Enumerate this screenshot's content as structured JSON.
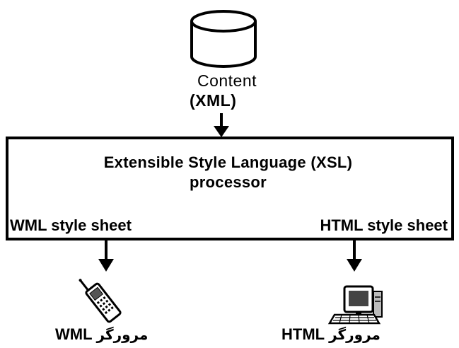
{
  "source": {
    "title_line1": "Content",
    "title_line2": "(XML)",
    "icon": "database-cylinder-icon"
  },
  "processor": {
    "title_line1": "Extensible Style Language (XSL)",
    "title_line2": "processor",
    "left_sheet": "WML style sheet",
    "right_sheet": "HTML style sheet"
  },
  "outputs": {
    "wml": {
      "label_en": "WML",
      "label_fa": "مرورگر",
      "icon": "mobile-phone-icon"
    },
    "html": {
      "label_en": "HTML",
      "label_fa": "مرورگر",
      "icon": "desktop-computer-icon"
    }
  }
}
